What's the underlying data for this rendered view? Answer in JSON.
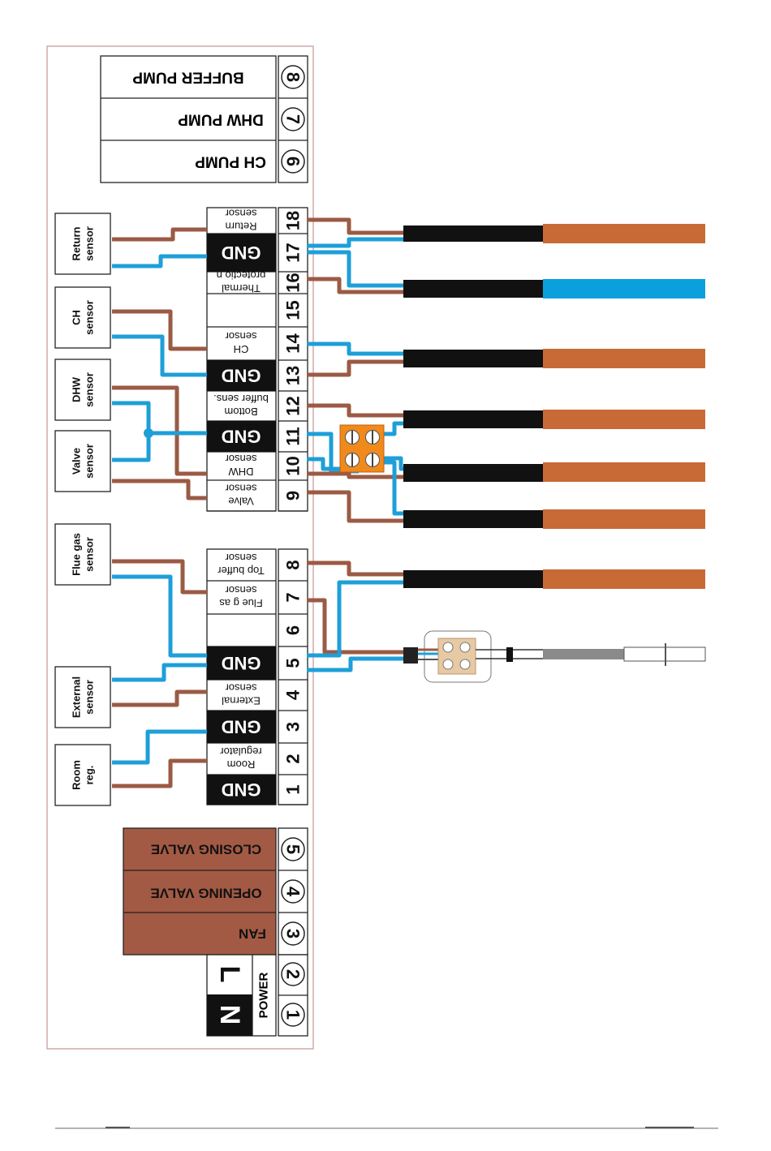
{
  "colors": {
    "brown_wire": "#9b5a44",
    "blue_wire": "#1e9fd8",
    "copper": "#c86a35",
    "blue_lead": "#0aa0dd",
    "terminal_black": "#111111",
    "output_brown": "#a35a44",
    "connector_orange": "#f08a1c",
    "connector_tan": "#e7c9a3",
    "frame_pink": "#d2a8a8"
  },
  "high_voltage_top": [
    {
      "num": "8",
      "label": "BUFFER PUMP"
    },
    {
      "num": "7",
      "label": "DHW PUMP"
    },
    {
      "num": "6",
      "label": "CH PUMP"
    }
  ],
  "high_voltage_bottom": [
    {
      "num": "5",
      "label": "CLOSING VALVE"
    },
    {
      "num": "4",
      "label": "OPENING VALVE"
    },
    {
      "num": "3",
      "label": "FAN"
    }
  ],
  "power": {
    "nums": [
      "2",
      "1"
    ],
    "L": "L",
    "N": "N",
    "label": "POWER"
  },
  "low_voltage_terminals": [
    {
      "num": "18",
      "line1": "Return",
      "line2": "sensor",
      "gnd": false
    },
    {
      "num": "17",
      "line1": "GND",
      "line2": "",
      "gnd": true
    },
    {
      "num": "16",
      "line1": "Thermal",
      "line2": "protectio n",
      "gnd": false
    },
    {
      "num": "15",
      "line1": "",
      "line2": "",
      "gnd": false
    },
    {
      "num": "14",
      "line1": "CH",
      "line2": "sensor",
      "gnd": false
    },
    {
      "num": "13",
      "line1": "GND",
      "line2": "",
      "gnd": true
    },
    {
      "num": "12",
      "line1": "Bottom",
      "line2": "buffer sens.",
      "gnd": false
    },
    {
      "num": "11",
      "line1": "GND",
      "line2": "",
      "gnd": true
    },
    {
      "num": "10",
      "line1": "DHW",
      "line2": "sensor",
      "gnd": false
    },
    {
      "num": "9",
      "line1": "Valve",
      "line2": "sensor",
      "gnd": false
    },
    {
      "num": "8",
      "line1": "Top buffer",
      "line2": "sensor",
      "gnd": false
    },
    {
      "num": "7",
      "line1": "Flue g as",
      "line2": "sensor",
      "gnd": false
    },
    {
      "num": "6",
      "line1": "",
      "line2": "",
      "gnd": false
    },
    {
      "num": "5",
      "line1": "GND",
      "line2": "",
      "gnd": true
    },
    {
      "num": "4",
      "line1": "External",
      "line2": "sensor",
      "gnd": false
    },
    {
      "num": "3",
      "line1": "GND",
      "line2": "",
      "gnd": true
    },
    {
      "num": "2",
      "line1": "Room",
      "line2": "regulator",
      "gnd": false
    },
    {
      "num": "1",
      "line1": "GND",
      "line2": "",
      "gnd": true
    }
  ],
  "sensor_boxes": [
    {
      "line1": "Return",
      "line2": "sensor"
    },
    {
      "line1": "CH",
      "line2": "sensor"
    },
    {
      "line1": "DHW",
      "line2": "sensor"
    },
    {
      "line1": "Valve",
      "line2": "sensor"
    },
    {
      "line1": "Flue gas",
      "line2": "sensor"
    },
    {
      "line1": "External",
      "line2": "sensor"
    },
    {
      "line1": "Room",
      "line2": "reg."
    }
  ]
}
